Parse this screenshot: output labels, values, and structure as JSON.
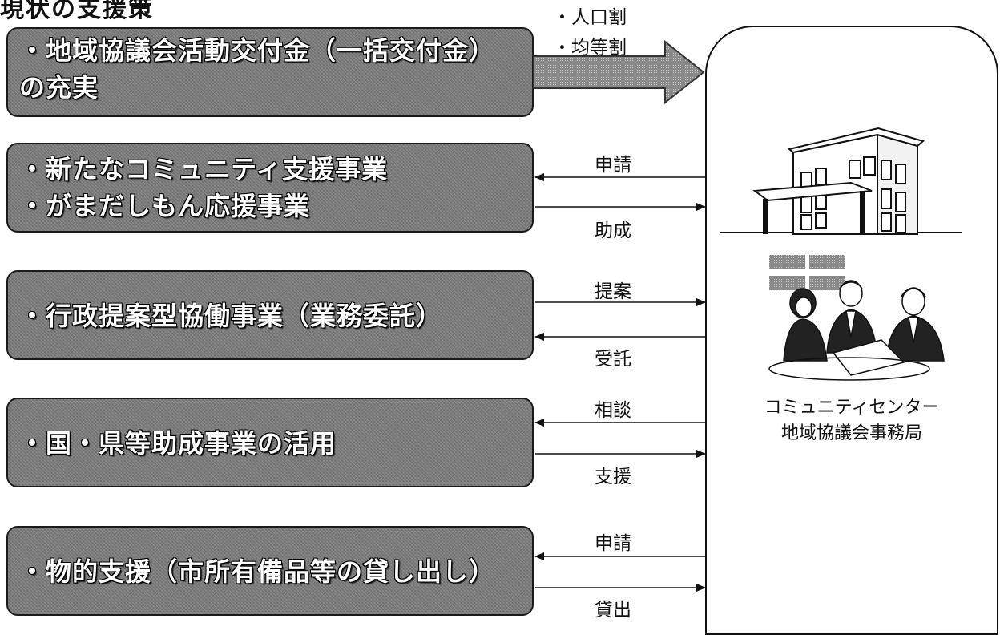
{
  "header": {
    "title": "現状の支援策"
  },
  "items": [
    {
      "lines": [
        "・地域協議会活動交付金（一括交付金）",
        "の充実"
      ]
    },
    {
      "lines": [
        "・新たなコミュニティ支援事業",
        "・がまだしもん応援事業"
      ],
      "top_label": "申請",
      "bottom_label": "助成"
    },
    {
      "lines": [
        "・行政提案型協働事業（業務委託）"
      ],
      "top_label": "提案",
      "bottom_label": "受託"
    },
    {
      "lines": [
        "・国・県等助成事業の活用"
      ],
      "top_label": "相談",
      "bottom_label": "支援"
    },
    {
      "lines": [
        "・物的支援（市所有備品等の貸し出し）"
      ],
      "top_label": "申請",
      "bottom_label": "貸出"
    }
  ],
  "allocation_notes": [
    "・人口割",
    "・均等割"
  ],
  "office": {
    "line1": "コミュニティセンター",
    "line2": "地域協議会事務局"
  }
}
